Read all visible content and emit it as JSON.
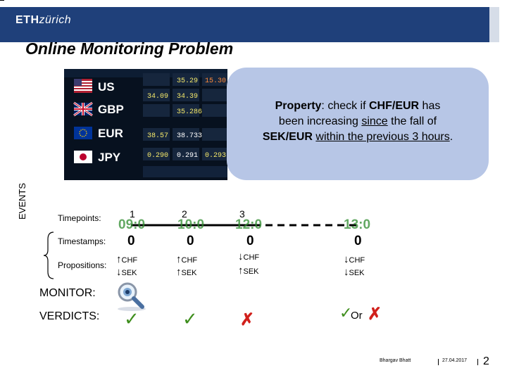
{
  "header": {
    "logo_bold": "ETH",
    "logo_italic": "zürich"
  },
  "title": "Online Monitoring Problem",
  "image": {
    "currency_labels": [
      "US",
      "GBP",
      "EUR",
      "JPY"
    ],
    "rates": [
      "35.29",
      "34.09",
      "34.39",
      "35.286",
      "38.57",
      "38.733",
      "0.290",
      "0.291",
      "0.293",
      "15.30"
    ]
  },
  "property": {
    "label": "Property",
    "sep": ": check if ",
    "pair1": "CHF/EUR",
    "line1_end": "  has",
    "line2_start": "been increasing ",
    "since": "since",
    "line2_end": " the fall of",
    "pair2": "SEK/EUR",
    "within": "within the previous 3 hours",
    "period": "."
  },
  "events": {
    "side_label": "EVENTS",
    "timepoints_label": "Timepoints:",
    "timestamps_label": "Timestamps:",
    "propositions_label": "Propositions:",
    "columns": [
      {
        "timepoint": "1",
        "timestamp_top": "09:0",
        "timestamp_bottom": "0",
        "chf": "CHF",
        "chf_dir": "up",
        "sek": "SEK",
        "sek_dir": "down"
      },
      {
        "timepoint": "2",
        "timestamp_top": "10:0",
        "timestamp_bottom": "0",
        "chf": "CHF",
        "chf_dir": "up",
        "sek": "SEK",
        "sek_dir": "up"
      },
      {
        "timepoint": "3",
        "timestamp_top": "12:0",
        "timestamp_bottom": "0",
        "chf": "CHF",
        "chf_dir": "down",
        "sek": "SEK",
        "sek_dir": "up"
      },
      {
        "timepoint": "",
        "timestamp_top": "13:0",
        "timestamp_bottom": "0",
        "chf": "CHF",
        "chf_dir": "down",
        "sek": "SEK",
        "sek_dir": "down"
      }
    ],
    "arrows": {
      "up": "↑",
      "down": "↓"
    }
  },
  "monitor": {
    "label": "MONITOR:",
    "icon": "magnifier-icon"
  },
  "verdicts": {
    "label": "VERDICTS:",
    "check_symbol": "✓",
    "cross_symbol": "✗",
    "or_text": "Or"
  },
  "footer": {
    "author": "Bhargav Bhatt",
    "date": "27.04.2017",
    "page": "2"
  },
  "colors": {
    "eth_blue": "#1f407a",
    "bubble": "#b7c6e6",
    "check_green": "#3e8e1d",
    "cross_red": "#d1201b"
  }
}
